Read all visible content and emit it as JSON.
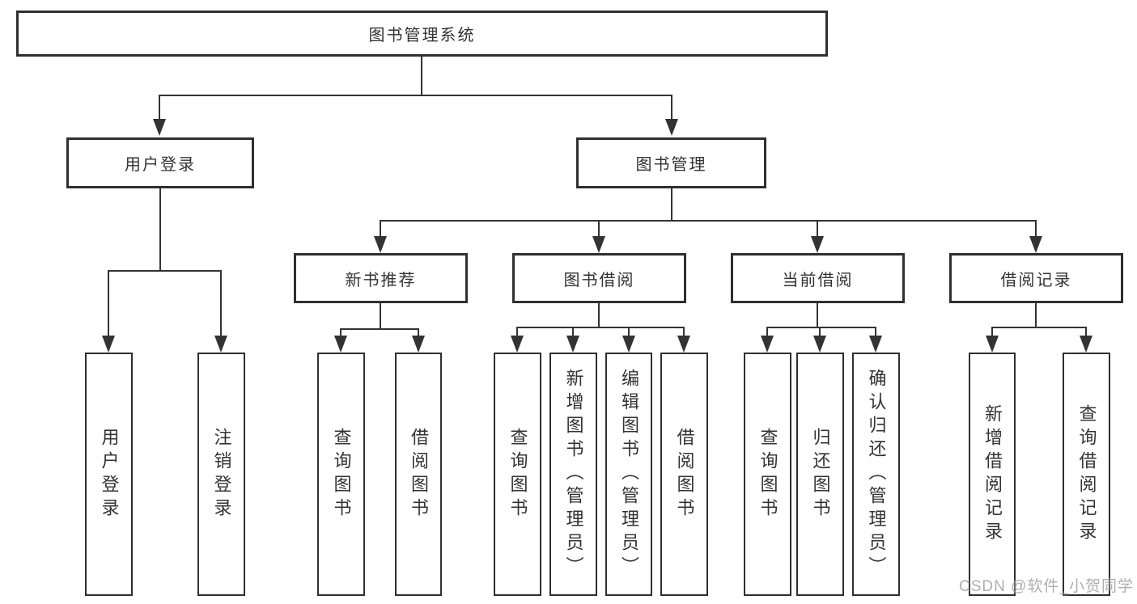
{
  "tree": {
    "root": {
      "label": "图书管理系统"
    },
    "user_login": {
      "label": "用户登录",
      "children": [
        {
          "label": "用户登录"
        },
        {
          "label": "注销登录"
        }
      ]
    },
    "book_mgmt": {
      "label": "图书管理",
      "sections": [
        {
          "label": "新书推荐",
          "children": [
            {
              "label": "查询图书"
            },
            {
              "label": "借阅图书"
            }
          ]
        },
        {
          "label": "图书借阅",
          "children": [
            {
              "label": "查询图书"
            },
            {
              "label": "新增图书（管理员）"
            },
            {
              "label": "编辑图书（管理员）"
            },
            {
              "label": "借阅图书"
            }
          ]
        },
        {
          "label": "当前借阅",
          "children": [
            {
              "label": "查询图书"
            },
            {
              "label": "归还图书"
            },
            {
              "label": "确认归还（管理员）"
            }
          ]
        },
        {
          "label": "借阅记录",
          "children": [
            {
              "label": "新增借阅记录"
            },
            {
              "label": "查询借阅记录"
            }
          ]
        }
      ]
    }
  },
  "watermark": "CSDN @软件_小贺同学",
  "colors": {
    "line": "#333333",
    "border": "#2f2f2f",
    "text": "#333333",
    "watermark_gray": "#9b9b9b"
  }
}
